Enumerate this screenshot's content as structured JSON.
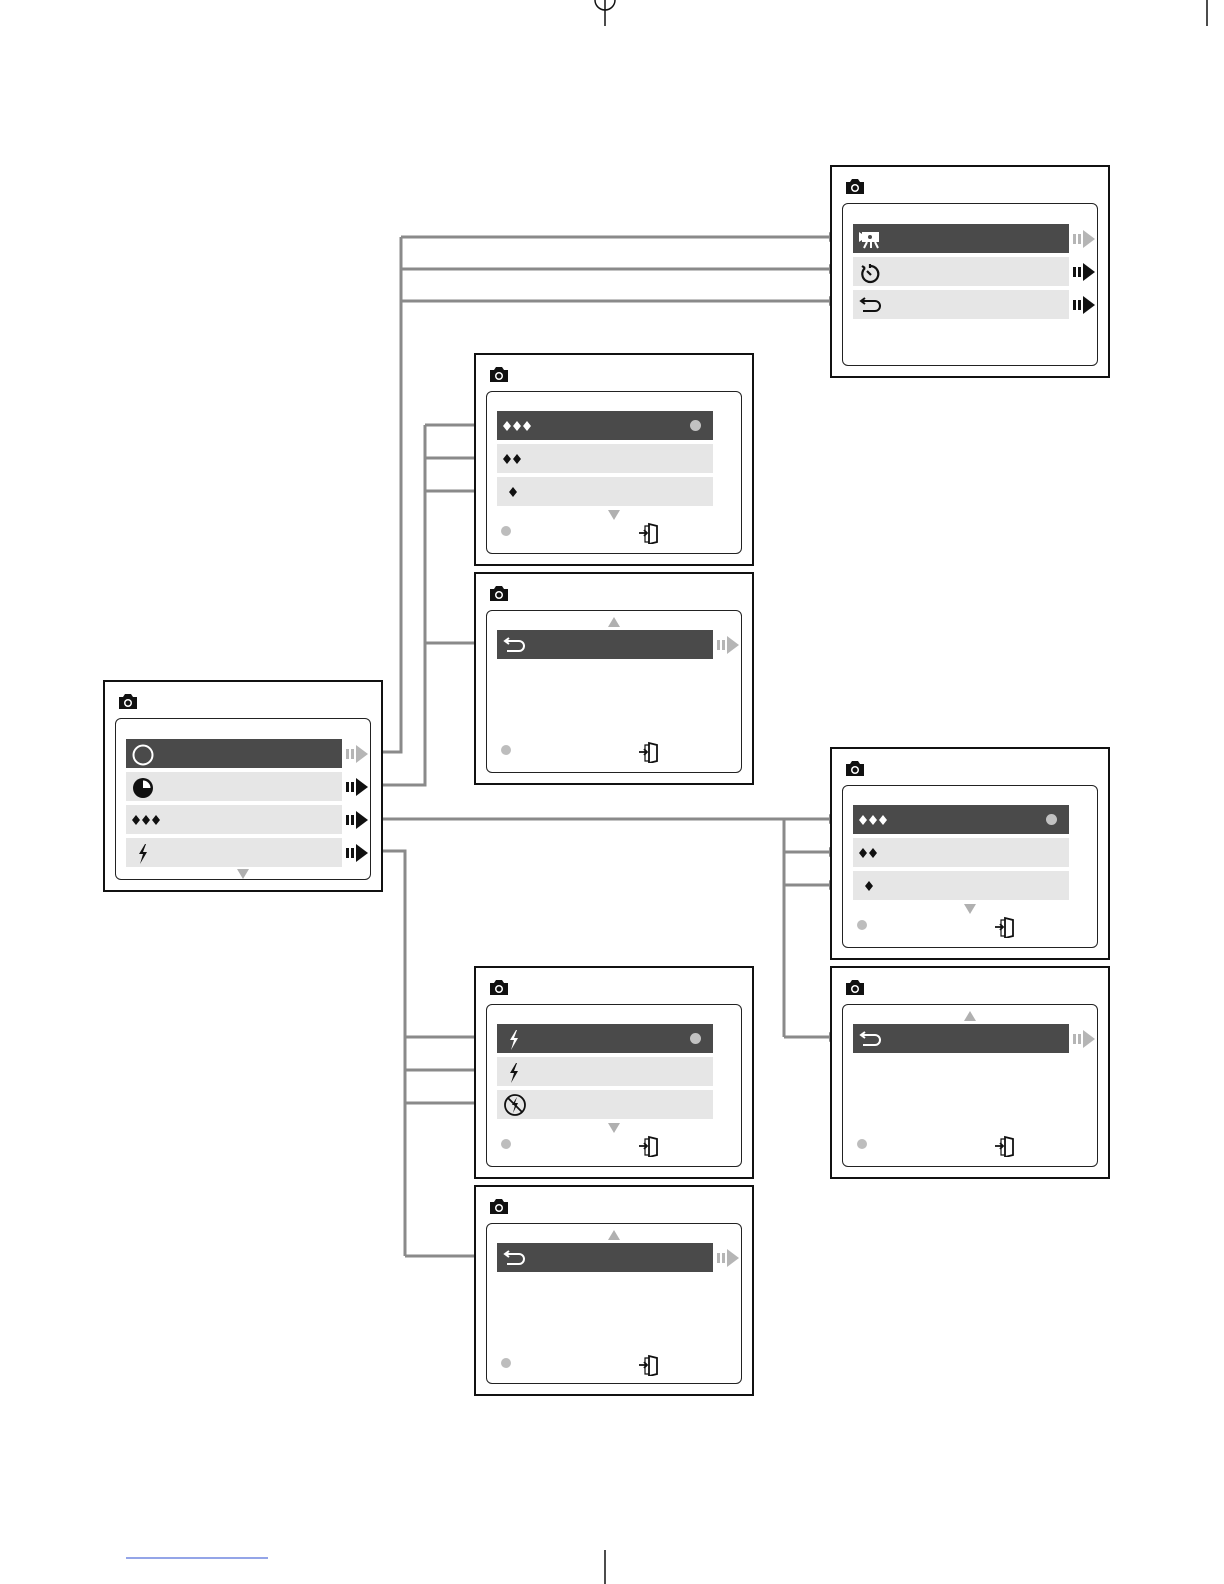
{
  "colors": {
    "frame": "#111111",
    "row": "#e6e6e6",
    "row_selected": "#4a4a4a",
    "connector": "#8a8a8a",
    "arrow_active": "#111111",
    "arrow_inactive": "#b5b5b5"
  },
  "main_menu": {
    "icon": "camera-icon",
    "items": [
      {
        "icon": "circle-outline-icon",
        "selected": true,
        "submenu_arrow": "inactive"
      },
      {
        "icon": "half-circle-icon",
        "selected": false,
        "submenu_arrow": "active"
      },
      {
        "icon": "quality-three-diamonds-icon",
        "selected": false,
        "submenu_arrow": "active"
      },
      {
        "icon": "flash-icon",
        "selected": false,
        "submenu_arrow": "active"
      }
    ],
    "scroll": "down"
  },
  "submenus": [
    {
      "id": "mode-menu",
      "items": [
        {
          "icon": "movie-camera-icon",
          "selected": true,
          "submenu_arrow": "inactive"
        },
        {
          "icon": "self-timer-icon",
          "selected": false,
          "submenu_arrow": "active"
        },
        {
          "icon": "back-icon",
          "selected": false,
          "submenu_arrow": "active"
        }
      ]
    },
    {
      "id": "quality-menu-a-page1",
      "items": [
        {
          "icon": "three-diamonds-icon",
          "selected": true,
          "current": true
        },
        {
          "icon": "two-diamonds-icon",
          "selected": false
        },
        {
          "icon": "one-diamond-icon",
          "selected": false
        }
      ],
      "scroll": "down",
      "footer": [
        "ok-dot-icon",
        "exit-door-icon"
      ]
    },
    {
      "id": "quality-menu-a-page2",
      "items": [
        {
          "icon": "back-icon",
          "selected": true,
          "submenu_arrow": "inactive"
        }
      ],
      "scroll": "up",
      "footer": [
        "ok-dot-icon",
        "exit-door-icon"
      ]
    },
    {
      "id": "quality-menu-b-page1",
      "items": [
        {
          "icon": "three-diamonds-icon",
          "selected": true,
          "current": true
        },
        {
          "icon": "two-diamonds-icon",
          "selected": false
        },
        {
          "icon": "one-diamond-icon",
          "selected": false
        }
      ],
      "scroll": "down",
      "footer": [
        "ok-dot-icon",
        "exit-door-icon"
      ]
    },
    {
      "id": "quality-menu-b-page2",
      "items": [
        {
          "icon": "back-icon",
          "selected": true,
          "submenu_arrow": "inactive"
        }
      ],
      "scroll": "up",
      "footer": [
        "ok-dot-icon",
        "exit-door-icon"
      ]
    },
    {
      "id": "flash-menu-page1",
      "items": [
        {
          "icon": "flash-auto-icon",
          "selected": true,
          "current": true
        },
        {
          "icon": "flash-on-icon",
          "selected": false
        },
        {
          "icon": "flash-off-icon",
          "selected": false
        }
      ],
      "scroll": "down",
      "footer": [
        "ok-dot-icon",
        "exit-door-icon"
      ]
    },
    {
      "id": "flash-menu-page2",
      "items": [
        {
          "icon": "back-icon",
          "selected": true,
          "submenu_arrow": "inactive"
        }
      ],
      "scroll": "up",
      "footer": [
        "ok-dot-icon",
        "exit-door-icon"
      ]
    }
  ]
}
